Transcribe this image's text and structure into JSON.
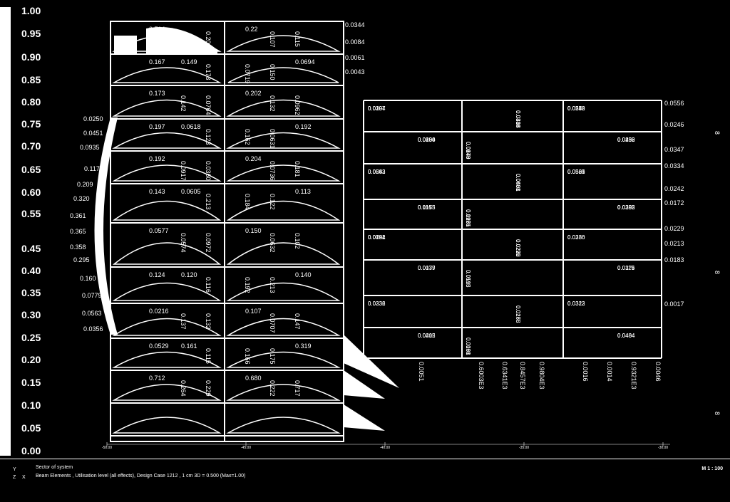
{
  "scale": {
    "labels": [
      "1.00",
      "0.95",
      "0.90",
      "0.85",
      "0.80",
      "0.75",
      "0.70",
      "0.65",
      "0.60",
      "0.55",
      "0.45",
      "0.40",
      "0.35",
      "0.30",
      "0.25",
      "0.20",
      "0.15",
      "0.10",
      "0.05",
      "0.00"
    ]
  },
  "axis": {
    "x_ticks": [
      "-50.00",
      "-45.00",
      "-40.00",
      "-35.00",
      "-30.00"
    ]
  },
  "left_values": [
    "0.0250",
    "0.0451",
    "0.0935",
    "0.117",
    "0.209",
    "0.320",
    "0.361",
    "0.365",
    "0.358",
    "0.295",
    "0.160",
    "0.0779",
    "0.0563",
    "0.0356"
  ],
  "right_values": [
    "0.0344",
    "0.0084",
    "0.0061",
    "0.0043",
    "0.0556",
    "0.0246",
    "0.0347",
    "0.0334",
    "0.0242",
    "0.0172",
    "0.0229",
    "0.0213",
    "0.0183",
    "0.0017"
  ],
  "block_values": [
    "0.714",
    "0.767",
    "0.20",
    "0.22",
    "0.107",
    "0.115",
    "0.167",
    "0.149",
    "0.173",
    "0.0719",
    "0.150",
    "0.0694",
    "0.173",
    "0.142",
    "0.0764",
    "0.202",
    "0.132",
    "0.0962",
    "0.197",
    "0.0618",
    "0.123",
    "0.162",
    "0.0631",
    "0.192",
    "0.192",
    "0.0917",
    "0.0360",
    "0.204",
    "0.0736",
    "0.181",
    "0.143",
    "0.0605",
    "0.213",
    "0.184",
    "0.122",
    "0.113",
    "0.0577",
    "0.0574",
    "0.0972",
    "0.150",
    "0.0632",
    "0.102",
    "0.124",
    "0.120",
    "0.116",
    "0.192",
    "0.213",
    "0.140",
    "0.0216",
    "0.137",
    "0.132",
    "0.107",
    "0.0707",
    "0.147",
    "0.0529",
    "0.161",
    "0.115",
    "0.166",
    "0.175",
    "0.319",
    "0.712",
    "0.264",
    "0.229",
    "0.680",
    "0.222",
    "0.717"
  ],
  "grid_values": [
    "0.0307",
    "0.0433",
    "0.0570",
    "0.0896",
    "0.0679",
    "0.0496",
    "0.0283",
    "0.0408",
    "0.0320",
    "0.0153",
    "0.0281",
    "0.0253",
    "0.0184",
    "0.0272",
    "0.0286",
    "0.0139",
    "0.0515",
    "0.0376",
    "0.0232",
    "0.0168",
    "0.0322",
    "0.0405",
    "0.0188",
    "0.0484",
    "0.0294",
    "0.0314",
    "0.0286",
    "0.0100",
    "0.0149",
    "0.0239",
    "0.0542",
    "0.0431",
    "0.0505",
    "0.0175",
    "0.0176",
    "0.0302",
    "0.0092",
    "0.0225",
    "0.0330",
    "0.0077",
    "0.0193",
    "0.0119",
    "0.0336",
    "0.0275",
    "0.0313",
    "0.0212",
    "0.0091",
    "0.0404",
    "0.0107",
    "0.0306",
    "0.0342",
    "0.0234",
    "0.0248",
    "0.0152",
    "0.0563",
    "0.0601",
    "0.0561",
    "0.116",
    "0.195",
    "0.0395",
    "0.0731",
    "0.0290"
  ],
  "bottom_values": [
    "0.0051",
    "0.6003E3",
    "0.6341E3",
    "0.8457E3",
    "0.9804E3",
    "0.0016",
    "0.0014",
    "0.9321E3",
    "0.0046"
  ],
  "footer": {
    "sector": "Sector of system",
    "caption": "Beam Elements , Utilisation level (all effects), Design Case 1212   , 1 cm 3D = 0.500 (Max=1.00)",
    "axis_y": "Y",
    "axis_x": "X",
    "axis_z": "Z",
    "scale_ratio": "M 1 : 100"
  },
  "colors": {
    "background": "#000000",
    "foreground": "#ffffff"
  }
}
